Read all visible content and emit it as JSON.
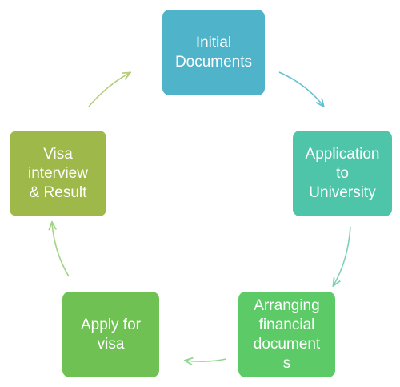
{
  "nodes": [
    {
      "id": "initial",
      "label": "Initial\nDocuments",
      "color": "#4fb3c9"
    },
    {
      "id": "application",
      "label": "Application\nto\nUniversity",
      "color": "#4ec5a9"
    },
    {
      "id": "financial",
      "label": "Arranging\nfinancial\ndocument\ns",
      "color": "#5ccb67"
    },
    {
      "id": "apply",
      "label": "Apply for\nvisa",
      "color": "#6ec152"
    },
    {
      "id": "visa",
      "label": "Visa\ninterview\n& Result",
      "color": "#9fb84a"
    }
  ],
  "arrows": [
    {
      "from": "initial",
      "to": "application",
      "color": "#66bfd0"
    },
    {
      "from": "application",
      "to": "financial",
      "color": "#7ad2b8"
    },
    {
      "from": "financial",
      "to": "apply",
      "color": "#8fd68f"
    },
    {
      "from": "apply",
      "to": "visa",
      "color": "#a1d585"
    },
    {
      "from": "visa",
      "to": "initial",
      "color": "#b5cf7e"
    }
  ]
}
